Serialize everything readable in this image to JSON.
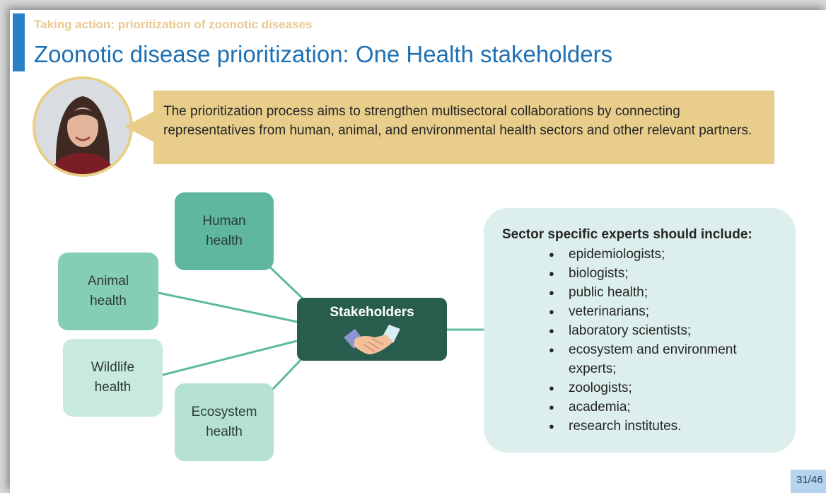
{
  "slide": {
    "subtitle": "Taking action: prioritization of zoonotic diseases",
    "title": "Zoonotic disease prioritization: One Health stakeholders",
    "callout_text": "The prioritization process aims to strengthen multisectoral  collaborations by connecting representatives from human, animal, and environmental health sectors and other relevant partners."
  },
  "diagram": {
    "center": "Stakeholders",
    "nodes": {
      "human": [
        "Human",
        "health"
      ],
      "animal": [
        "Animal",
        "health"
      ],
      "wildlife": [
        "Wildlife",
        "health"
      ],
      "ecosystem": [
        "Ecosystem",
        "health"
      ]
    }
  },
  "experts": {
    "heading": "Sector specific experts should include:",
    "items": [
      "epidemiologists;",
      "biologists;",
      "public health;",
      "veterinarians;",
      "laboratory scientists;",
      "ecosystem and environment experts;",
      "zoologists;",
      "academia;",
      "research institutes."
    ]
  },
  "page_indicator": "31/46",
  "colors": {
    "title": "#1e70b3",
    "subtitle": "#eac891",
    "callout": "#e8cd8b",
    "stakeholders": "#285c4c",
    "connector": "#5cbb9c"
  }
}
